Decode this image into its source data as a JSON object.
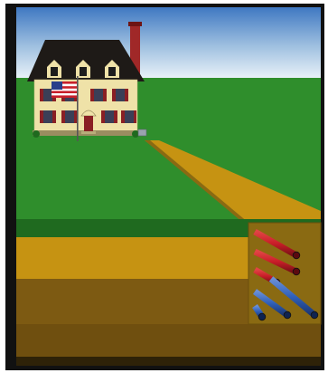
{
  "illustration": {
    "subject": "house-with-horizontal-ground-loop",
    "pipes": {
      "supply_color": "#c81e28",
      "return_color": "#2f5fb8",
      "supply_count": 3,
      "return_count": 3
    },
    "palette": {
      "sky_top": "#3f78c2",
      "sky_bottom": "#e8f1f8",
      "grass": "#2f8e2c",
      "grass_dark": "#1f6a1f",
      "topsoil": "#c69312",
      "subsoil": "#7d5a12",
      "subsoil_dark": "#6f4f0f",
      "bedrock": "#2e2208",
      "roof": "#1e1a17",
      "house_wall": "#efe2a8",
      "window_shutter": "#8a1f24",
      "chimney": "#a02828",
      "frame": "#111111"
    }
  }
}
